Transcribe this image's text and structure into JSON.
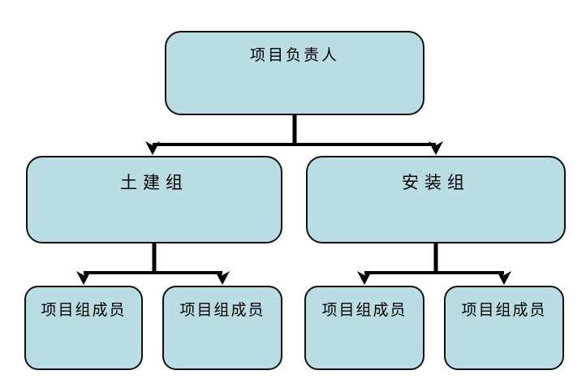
{
  "diagram": {
    "background_color": "#ffffff",
    "node_fill_color": "#b9dde3",
    "node_border_color": "#111111",
    "connector_color": "#000000",
    "nodes": {
      "root": {
        "label": "项目负责人"
      },
      "group_left": {
        "label": "土建组"
      },
      "group_right": {
        "label": "安装组"
      },
      "member_1": {
        "label": "项目组成员"
      },
      "member_2": {
        "label": "项目组成员"
      },
      "member_3": {
        "label": "项目组成员"
      },
      "member_4": {
        "label": "项目组成员"
      }
    }
  }
}
